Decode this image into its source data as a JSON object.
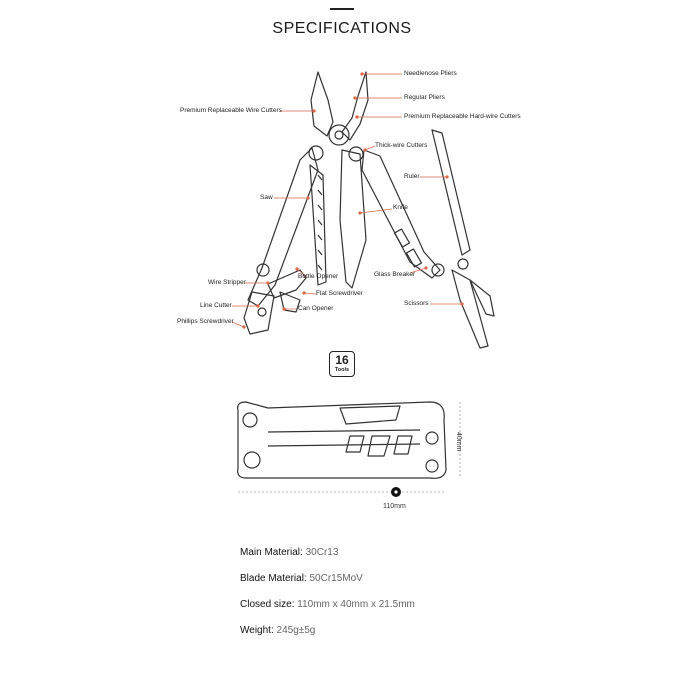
{
  "title": "SPECIFICATIONS",
  "labels": {
    "needlenose": "Needlenose Pliers",
    "regular": "Regular Pliers",
    "premium_wire": "Premium Replaceable Wire Cutters",
    "premium_hard": "Premium Replaceable Hard-wire Cutters",
    "thick_wire": "Thick-wire Cutters",
    "ruler": "Ruler",
    "saw": "Saw",
    "knife": "Knife",
    "wire_stripper": "Wire Stripper",
    "bottle_opener": "Bottle Opener",
    "glass_breaker": "Glass Breaker",
    "flat_screwdriver": "Flat Screwdriver",
    "line_cutter": "Line Cutter",
    "can_opener": "Can Opener",
    "scissors": "Scissors",
    "phillips": "Phillips Screwdriver"
  },
  "badge": {
    "number": "16",
    "text": "Tools"
  },
  "dimensions": {
    "length": "110mm",
    "height": "40mm"
  },
  "specs": [
    {
      "key": "Main Material:",
      "value": "30Cr13"
    },
    {
      "key": "Blade Material:",
      "value": "50Cr15MoV"
    },
    {
      "key": "Closed size:",
      "value": "110mm x 40mm x 21.5mm"
    },
    {
      "key": "Weight:",
      "value": "245g±5g"
    }
  ],
  "colors": {
    "accent": "#d9694a",
    "line": "#333333"
  }
}
